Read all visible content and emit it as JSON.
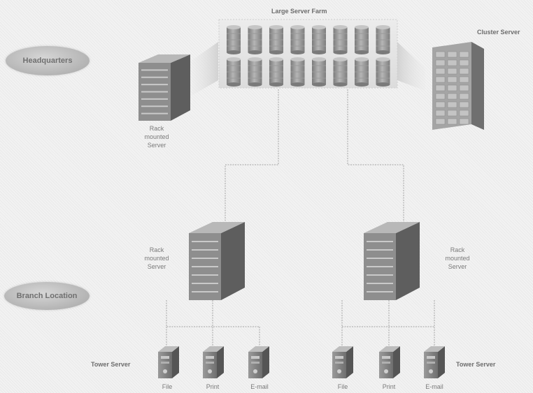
{
  "regions": {
    "headquarters": "Headquarters",
    "branch": "Branch Location"
  },
  "labels": {
    "server_farm": "Large Server Farm",
    "cluster_server": "Cluster Server",
    "rack_server": [
      "Rack",
      "mounted",
      "Server"
    ],
    "tower_server": "Tower Server",
    "file": "File",
    "print": "Print",
    "email": "E-mail"
  },
  "colors": {
    "background": "#f2f2f2",
    "connector": "#bdbdbd",
    "server_face": "#8e8e8e",
    "server_side": "#5e5e5e",
    "server_top": "#b8b8b8"
  }
}
